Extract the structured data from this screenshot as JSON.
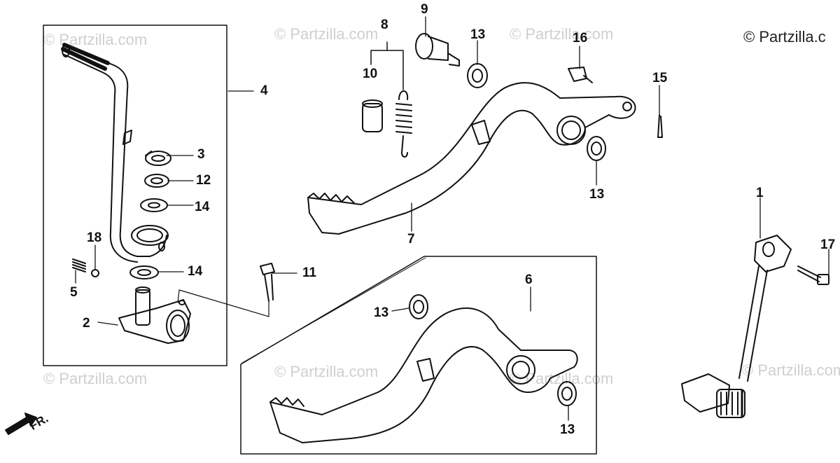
{
  "watermark": "© Partzilla.com",
  "copyright": "© Partzilla.c",
  "direction_label": "FR.",
  "callouts": [
    "1",
    "2",
    "3",
    "4",
    "5",
    "6",
    "7",
    "8",
    "9",
    "10",
    "11",
    "12",
    "13",
    "13",
    "13",
    "13",
    "14",
    "14",
    "15",
    "16",
    "17",
    "18"
  ],
  "colors": {
    "line": "#111111",
    "watermark": "#cfcfcf"
  }
}
